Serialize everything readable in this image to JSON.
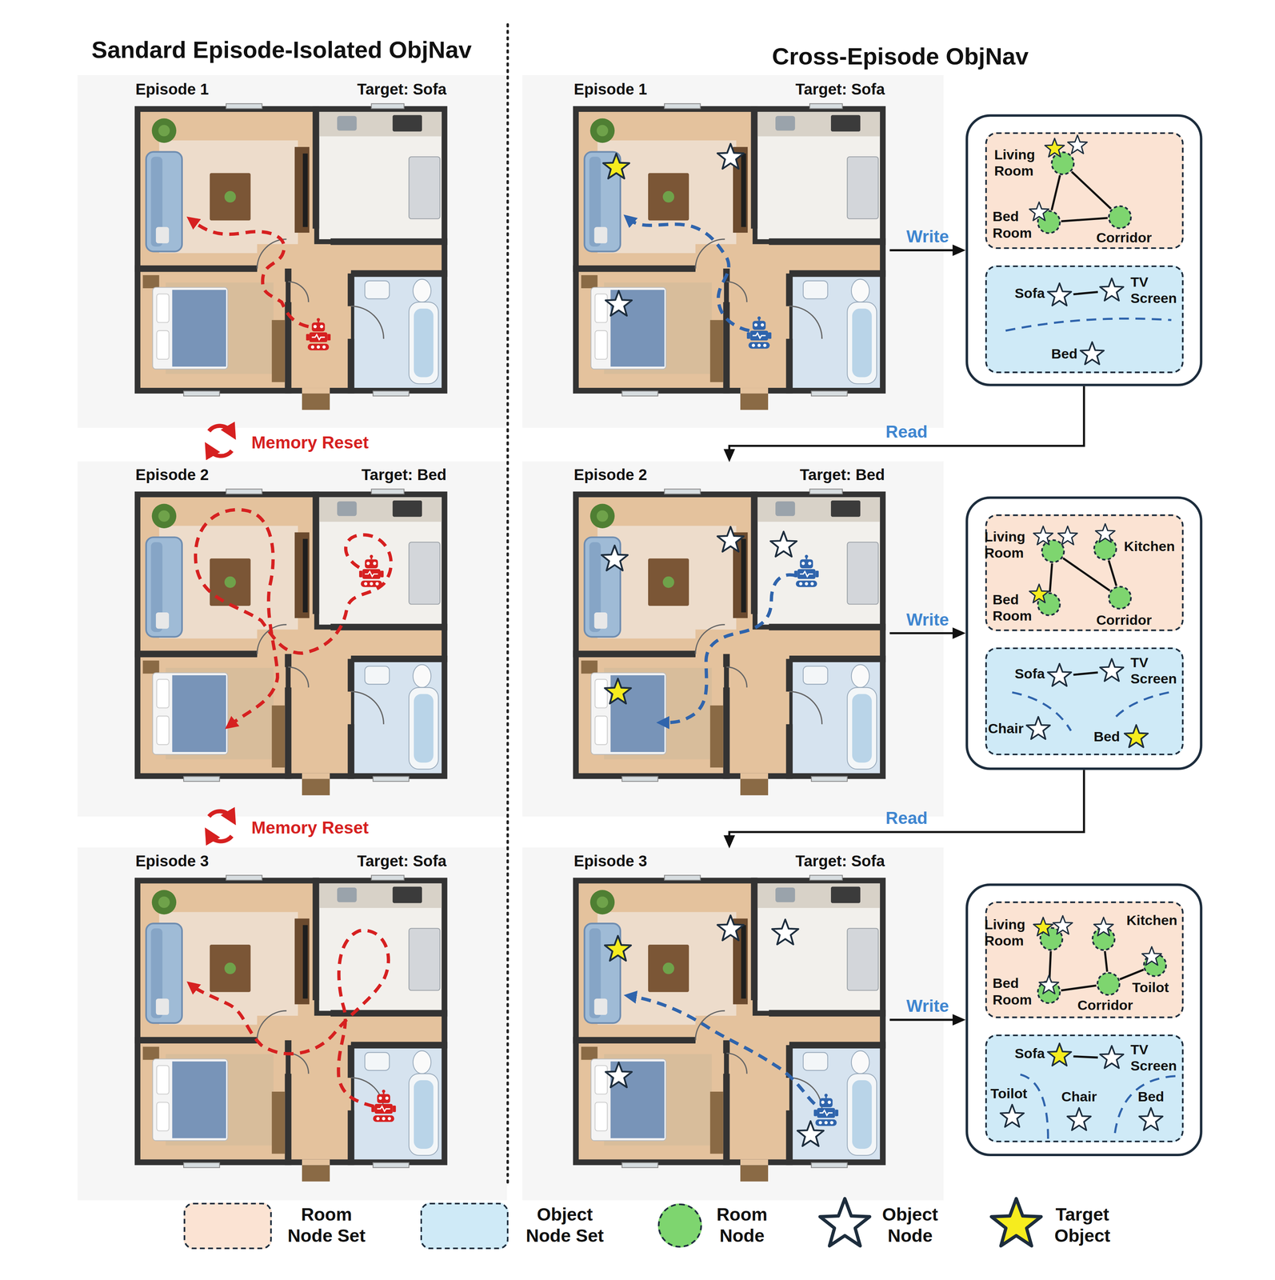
{
  "diagram": {
    "nodes": [
      {
        "text": [
          "Episode 1",
          "Target: Sofa"
        ]
      },
      {
        "text": [
          "Episode 1",
          "Target: Sofa"
        ]
      },
      {
        "text": []
      },
      {
        "text": [],
        "in": 2
      },
      {
        "text": [
          "Living Room"
        ],
        "in": 3
      },
      {
        "text": [
          "Bed Room"
        ],
        "in": 3
      },
      {
        "text": [
          "Corridor"
        ],
        "in": 3
      },
      {
        "text": [],
        "in": 2
      },
      {
        "text": [
          "Sofa"
        ],
        "in": 7
      },
      {
        "text": [
          "TV Screen"
        ],
        "in": 7
      },
      {
        "text": [
          "Bed"
        ],
        "in": 7
      },
      {
        "text": [
          "Episode 2",
          "Target: Bed"
        ]
      },
      {
        "text": [
          "Episode 2",
          "Target: Bed"
        ]
      },
      {
        "text": []
      },
      {
        "text": [],
        "in": 13
      },
      {
        "text": [
          "Living Room"
        ],
        "in": 14
      },
      {
        "text": [
          "Kitchen"
        ],
        "in": 14
      },
      {
        "text": [
          "Bed Room"
        ],
        "in": 14
      },
      {
        "text": [
          "Corridor"
        ],
        "in": 14
      },
      {
        "text": [],
        "in": 13
      },
      {
        "text": [
          "Sofa"
        ],
        "in": 19
      },
      {
        "text": [
          "TV Screen"
        ],
        "in": 19
      },
      {
        "text": [
          "Chair"
        ],
        "in": 19
      },
      {
        "text": [
          "Bed"
        ],
        "in": 19
      },
      {
        "text": [
          "Episode 3",
          "Target: Sofa"
        ]
      },
      {
        "text": [
          "Episode 3",
          "Target: Sofa"
        ]
      },
      {
        "text": []
      },
      {
        "text": [],
        "in": 26
      },
      {
        "text": [
          "Living Room"
        ],
        "in": 27
      },
      {
        "text": [
          "Kitchen"
        ],
        "in": 27
      },
      {
        "text": [
          "Bed Room"
        ],
        "in": 27
      },
      {
        "text": [
          "Corridor"
        ],
        "in": 27
      },
      {
        "text": [
          "Toilot"
        ],
        "in": 27
      },
      {
        "text": [],
        "in": 26
      },
      {
        "text": [
          "Sofa"
        ],
        "in": 33
      },
      {
        "text": [
          "TV Screen"
        ],
        "in": 33
      },
      {
        "text": [
          "Toilot"
        ],
        "in": 33
      },
      {
        "text": [
          "Chair"
        ],
        "in": 33
      },
      {
        "text": [
          "Bed"
        ],
        "in": 33
      }
    ],
    "edges": [
      {
        "from": 1,
        "to": 2,
        "label": "Write",
        "arrow": "to"
      },
      {
        "from": 4,
        "to": 5,
        "arrow": "none"
      },
      {
        "from": 4,
        "to": 6,
        "arrow": "none"
      },
      {
        "from": 5,
        "to": 6,
        "arrow": "none"
      },
      {
        "from": 8,
        "to": 9,
        "arrow": "none"
      },
      {
        "from": 2,
        "to": 12,
        "label": "Read",
        "arrow": "to"
      },
      {
        "from": 12,
        "to": 13,
        "label": "Write",
        "arrow": "to"
      },
      {
        "from": 15,
        "to": 17,
        "arrow": "none"
      },
      {
        "from": 15,
        "to": 18,
        "arrow": "none"
      },
      {
        "from": 16,
        "to": 18,
        "arrow": "none"
      },
      {
        "from": 20,
        "to": 21,
        "arrow": "none"
      },
      {
        "from": 13,
        "to": 25,
        "label": "Read",
        "arrow": "to"
      },
      {
        "from": 25,
        "to": 26,
        "label": "Write",
        "arrow": "to"
      },
      {
        "from": 28,
        "to": 30,
        "arrow": "none"
      },
      {
        "from": 29,
        "to": 31,
        "arrow": "none"
      },
      {
        "from": 30,
        "to": 31,
        "arrow": "none"
      },
      {
        "from": 31,
        "to": 32,
        "arrow": "none"
      },
      {
        "from": 34,
        "to": 35,
        "arrow": "none"
      }
    ],
    "labels": [
      "Sandard Episode-Isolated ObjNav",
      "Cross-Episode ObjNav",
      "Memory Reset",
      "Memory Reset"
    ],
    "legend": [
      {
        "text": "Room Node Set",
        "color": "#fbe3d3"
      },
      {
        "text": "Object Node Set",
        "color": "#cfeaf7"
      },
      {
        "text": "Room Node",
        "color": "#7ed56f"
      },
      {
        "text": "Object Node"
      },
      {
        "text": "Target Object"
      }
    ]
  }
}
